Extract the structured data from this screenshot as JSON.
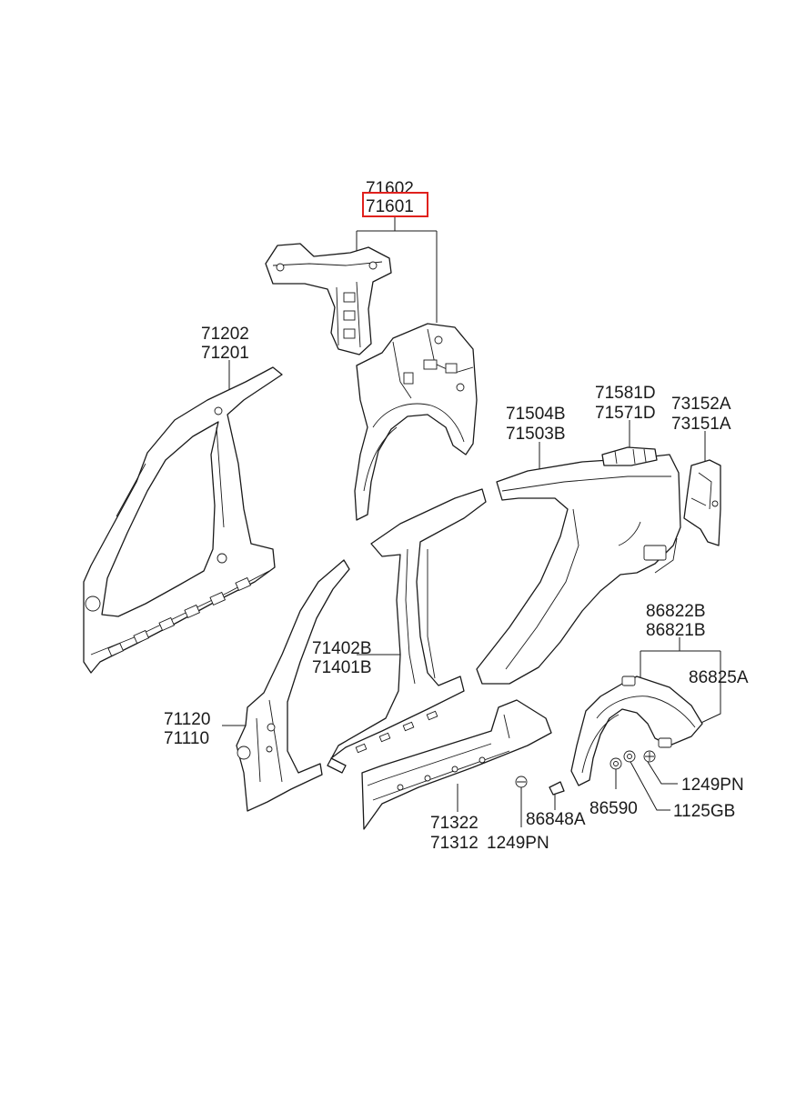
{
  "highlight_color": "#e0211d",
  "labels": {
    "p71602": "71602",
    "p71601": "71601",
    "p71202": "71202",
    "p71201": "71201",
    "p71504B": "71504B",
    "p71503B": "71503B",
    "p71581D": "71581D",
    "p71571D": "71571D",
    "p73152A": "73152A",
    "p73151A": "73151A",
    "p86822B": "86822B",
    "p86821B": "86821B",
    "p86825A": "86825A",
    "p71402B": "71402B",
    "p71401B": "71401B",
    "p71120": "71120",
    "p71110": "71110",
    "p1249PN_r": "1249PN",
    "p71322": "71322",
    "p71312": "71312",
    "p1249PN_b": "1249PN",
    "p86848A": "86848A",
    "p86590": "86590",
    "p1125GB": "1125GB"
  }
}
